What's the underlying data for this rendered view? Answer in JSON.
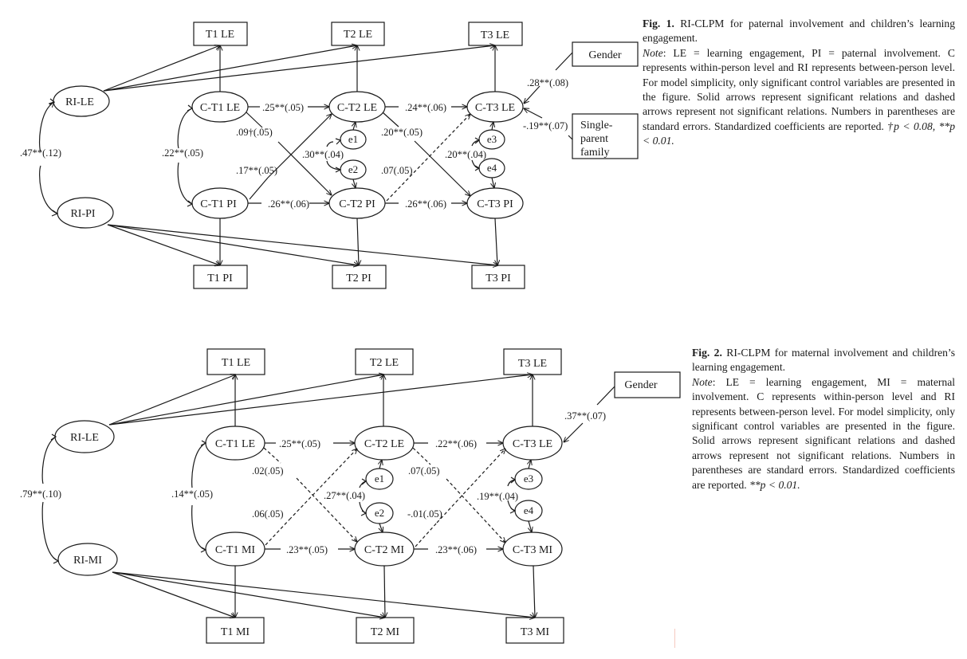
{
  "figures": [
    {
      "id": "fig1",
      "caption": {
        "label": "Fig. 1.",
        "title": " RI-CLPM for paternal involvement and children’s learning engagement.",
        "note_label": "Note",
        "note_text": ": LE = learning engagement, PI = paternal involvement. C represents within-person level and RI represents between-person level. For model simplicity, only significant control variables are presented in the figure. Solid arrows represent significant relations and dashed arrows represent not significant relations. Numbers in parentheses are standard errors. Standardized coefficients are reported. ",
        "sig_1": "†p < 0.08, ",
        "sig_2": "**p < 0.01."
      },
      "nodes": {
        "t1_le": "T1 LE",
        "t2_le": "T2 LE",
        "t3_le": "T3 LE",
        "t1_x": "T1 PI",
        "t2_x": "T2 PI",
        "t3_x": "T3 PI",
        "ri_le": "RI-LE",
        "ri_x": "RI-PI",
        "c_t1_le": "C-T1 LE",
        "c_t2_le": "C-T2 LE",
        "c_t3_le": "C-T3 LE",
        "c_t1_x": "C-T1 PI",
        "c_t2_x": "C-T2 PI",
        "c_t3_x": "C-T3 PI",
        "e1": "e1",
        "e2": "e2",
        "e3": "e3",
        "e4": "e4",
        "gender": "Gender",
        "single_parent": [
          "Single-",
          "parent",
          "family"
        ]
      },
      "coefficients": {
        "ri_cov": ".47**(.12)",
        "t1_cov": ".22**(.05)",
        "le_t1_t2": ".25**(.05)",
        "x_t1_t2": ".26**(.06)",
        "le1_to_x2": ".09†(.05)",
        "x1_to_le2": ".17**(.05)",
        "e1_e2_cov": ".30**(.04)",
        "le_t2_t3": ".24**(.06)",
        "x_t2_t3": ".26**(.06)",
        "le2_to_x3": ".20**(.05)",
        "x2_to_le3": ".07(.05)",
        "e3_e4_cov": ".20**(.04)",
        "gender_to_le3": ".28**(.08)",
        "single_to_le3": "-.19**(.07)"
      },
      "significance": {
        "le1_to_x2": true,
        "x1_to_le2": true,
        "le2_to_x3": true,
        "x2_to_le3": false
      }
    },
    {
      "id": "fig2",
      "caption": {
        "label": "Fig. 2.",
        "title": " RI-CLPM for maternal involvement and children’s learning engagement.",
        "note_label": "Note",
        "note_text": ": LE = learning engagement, MI = maternal involvement. C represents within-person level and RI represents between-person level. For model simplicity, only significant control variables are presented in the figure. Solid arrows represent significant relations and dashed arrows represent not significant relations. Numbers in parentheses are standard errors. Standardized coefficients are reported. ",
        "sig_2": "**p < 0.01."
      },
      "nodes": {
        "t1_le": "T1 LE",
        "t2_le": "T2 LE",
        "t3_le": "T3 LE",
        "t1_x": "T1 MI",
        "t2_x": "T2 MI",
        "t3_x": "T3 MI",
        "ri_le": "RI-LE",
        "ri_x": "RI-MI",
        "c_t1_le": "C-T1 LE",
        "c_t2_le": "C-T2 LE",
        "c_t3_le": "C-T3 LE",
        "c_t1_x": "C-T1 MI",
        "c_t2_x": "C-T2 MI",
        "c_t3_x": "C-T3 MI",
        "e1": "e1",
        "e2": "e2",
        "e3": "e3",
        "e4": "e4",
        "gender": "Gender"
      },
      "coefficients": {
        "ri_cov": ".79**(.10)",
        "t1_cov": ".14**(.05)",
        "le_t1_t2": ".25**(.05)",
        "x_t1_t2": ".23**(.05)",
        "le1_to_x2": ".02(.05)",
        "x1_to_le2": ".06(.05)",
        "e1_e2_cov": ".27**(.04)",
        "le_t2_t3": ".22**(.06)",
        "x_t2_t3": ".23**(.06)",
        "le2_to_x3": ".07(.05)",
        "x2_to_le3": "-.01(.05)",
        "e3_e4_cov": ".19**(.04)",
        "gender_to_le3": ".37**(.07)"
      },
      "significance": {
        "le1_to_x2": false,
        "x1_to_le2": false,
        "le2_to_x3": false,
        "x2_to_le3": false
      }
    }
  ]
}
